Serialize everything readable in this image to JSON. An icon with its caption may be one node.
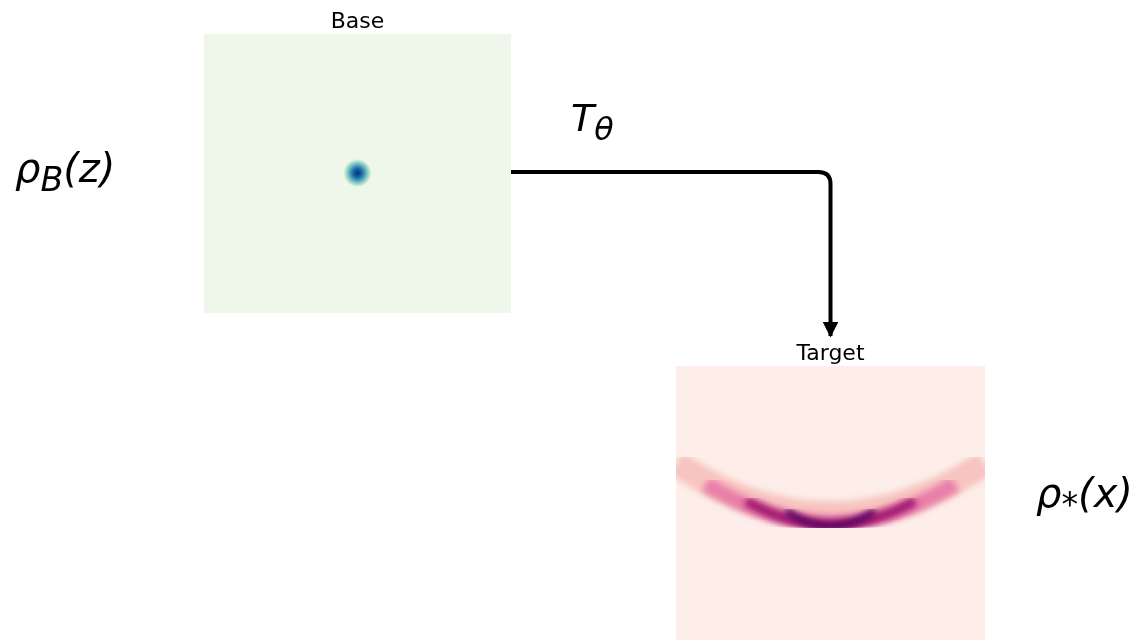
{
  "diagram": {
    "nodes": [
      {
        "text": [
          "Base"
        ],
        "beside": [
          "ρ$_{B}$(z)"
        ]
      },
      {
        "text": [
          "Target"
        ],
        "beside": [
          "ρ$_{*}$(x)"
        ]
      }
    ],
    "edges": [
      {
        "from": 0,
        "to": 1,
        "arrow": "to",
        "label": "T$_{θ}$"
      }
    ]
  }
}
